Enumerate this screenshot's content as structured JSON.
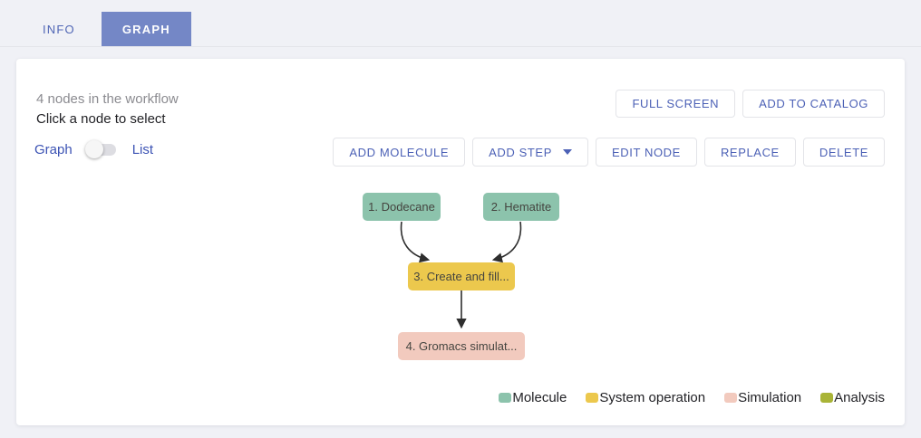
{
  "tabs": [
    {
      "label": "INFO",
      "active": false
    },
    {
      "label": "GRAPH",
      "active": true
    }
  ],
  "header": {
    "count_text": "4 nodes in the workflow",
    "hint_text": "Click a node to select"
  },
  "view_toggle": {
    "left_label": "Graph",
    "right_label": "List",
    "selected": "Graph"
  },
  "toolbar_top": [
    {
      "label": "FULL SCREEN"
    },
    {
      "label": "ADD TO CATALOG"
    }
  ],
  "toolbar_nodes": [
    {
      "label": "ADD MOLECULE"
    },
    {
      "label": "ADD STEP",
      "has_dropdown": true
    },
    {
      "label": "EDIT NODE"
    },
    {
      "label": "REPLACE"
    },
    {
      "label": "DELETE"
    }
  ],
  "graph": {
    "nodes": [
      {
        "label": "1. Dodecane",
        "type": "molecule",
        "color": "#8cc3ac"
      },
      {
        "label": "2. Hematite",
        "type": "molecule",
        "color": "#8cc3ac"
      },
      {
        "label": "3. Create and fill...",
        "type": "system-operation",
        "color": "#ecc84d"
      },
      {
        "label": "4. Gromacs simulat...",
        "type": "simulation",
        "color": "#f2cabe"
      }
    ],
    "edges": [
      {
        "from": "1. Dodecane",
        "to": "3. Create and fill..."
      },
      {
        "from": "2. Hematite",
        "to": "3. Create and fill..."
      },
      {
        "from": "3. Create and fill...",
        "to": "4. Gromacs simulat..."
      }
    ]
  },
  "legend": [
    {
      "label": "Molecule",
      "color": "#8cc3ac"
    },
    {
      "label": "System operation",
      "color": "#ecc84d"
    },
    {
      "label": "Simulation",
      "color": "#f2cabe"
    },
    {
      "label": "Analysis",
      "color": "#a9b437"
    }
  ],
  "colors": {
    "accent_text": "#4c61b6",
    "active_tab_bg": "#7487c6",
    "edge_stroke": "#2e2e2e",
    "page_bg": "#f0f1f6"
  }
}
